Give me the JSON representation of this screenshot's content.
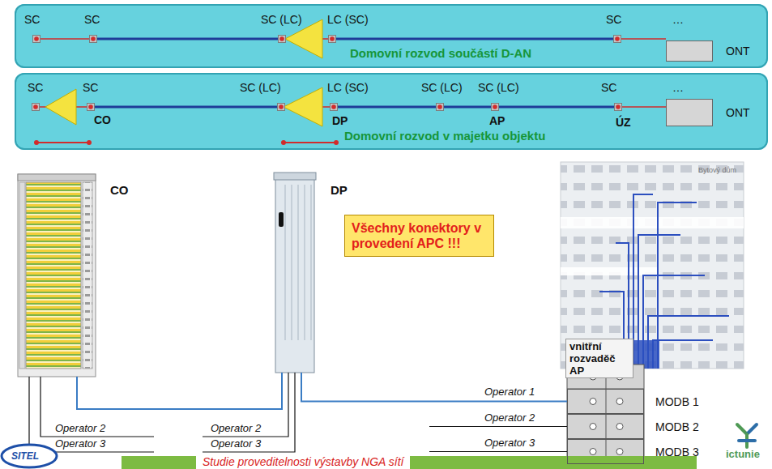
{
  "diagram": {
    "caption": "Studie proveditelnosti výstavby NGA sítí",
    "nodes": [
      {
        "text": [
          "Domovní rozvod součástí D-AN"
        ]
      },
      {
        "text": [
          "ONT"
        ],
        "in": 0
      },
      {
        "text": [
          "Domovní rozvod v majetku objektu"
        ]
      },
      {
        "text": [
          "ONT"
        ],
        "in": 2
      },
      {
        "text": [
          "CO"
        ]
      },
      {
        "text": [
          "DP"
        ]
      },
      {
        "text": [
          "Všechny konektory v provedení APC !!!"
        ]
      },
      {
        "text": [
          "vnitřní rozvaděč AP"
        ]
      },
      {
        "text": [
          "MODB 1"
        ],
        "in": 7
      },
      {
        "text": [
          "MODB 2"
        ],
        "in": 7
      },
      {
        "text": [
          "MODB 3"
        ],
        "in": 7
      }
    ],
    "edges": [
      {
        "from": 4,
        "to": 5,
        "arrow": "none"
      },
      {
        "from": 5,
        "to": 8,
        "label": "Operator 1",
        "arrow": "none"
      }
    ],
    "labels": [
      "SC",
      "SC",
      "SC (LC)",
      "LC (SC)",
      "SC",
      "…",
      "SC",
      "SC",
      "SC (LC)",
      "LC (SC)",
      "SC (LC)",
      "SC (LC)",
      "SC",
      "…",
      "CO",
      "DP",
      "AP",
      "ÚZ",
      "Operator 2",
      "Operator 3",
      "Operator 2",
      "Operator 3",
      "Operator 2",
      "Operator 3",
      "Bytový dům",
      "SITEL",
      "ictunie"
    ]
  }
}
